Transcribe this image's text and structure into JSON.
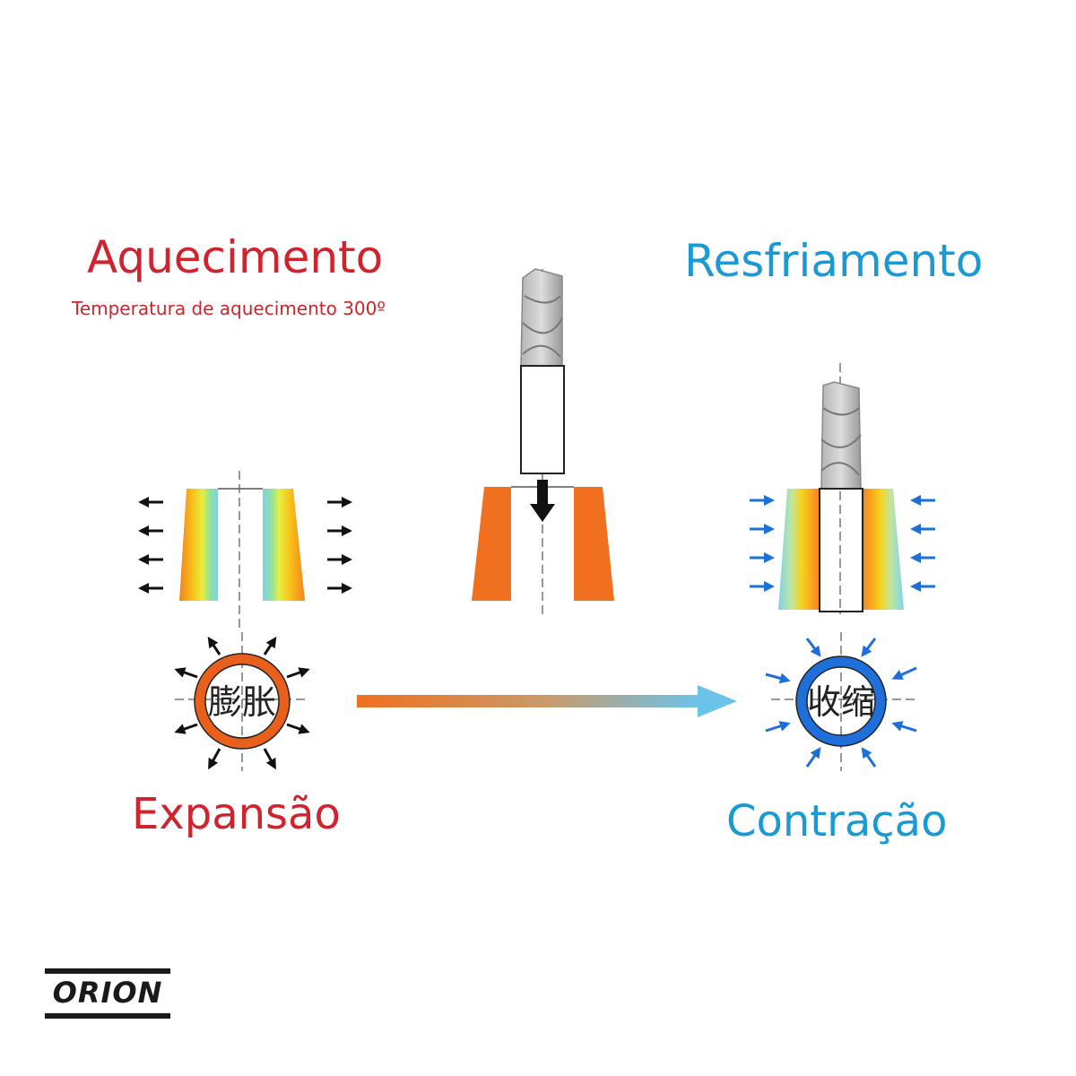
{
  "heating": {
    "title": "Aquecimento",
    "subtitle": "Temperatura de aquecimento 300º",
    "result_label": "Expansão",
    "ring_text": "膨胀"
  },
  "cooling": {
    "title": "Resfriamento",
    "result_label": "Contração",
    "ring_text": "收缩"
  },
  "logo": {
    "text": "ORION"
  },
  "colors": {
    "heat_red": "#d0232e",
    "cool_blue": "#1a9ad4",
    "orange": "#f07020",
    "ring_blue": "#1e6fd9"
  },
  "icons": [
    "tool-shank-icon",
    "arrow-down-icon",
    "expansion-arrows-icon",
    "contraction-arrows-icon",
    "process-arrow-icon"
  ]
}
